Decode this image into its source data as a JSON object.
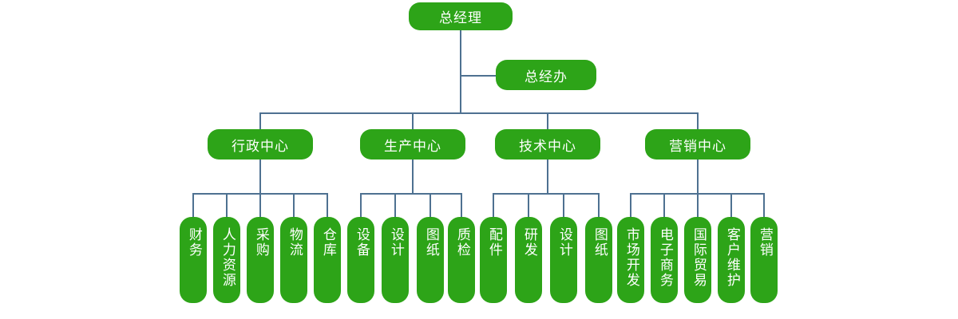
{
  "org_chart": {
    "root": {
      "label": "总经理"
    },
    "staff": {
      "label": "总经办"
    },
    "departments": [
      {
        "label": "行政中心",
        "children": [
          "财务",
          "人力资源",
          "采购",
          "物流",
          "仓库"
        ]
      },
      {
        "label": "生产中心",
        "children": [
          "设备",
          "设计",
          "图纸",
          "质检"
        ]
      },
      {
        "label": "技术中心",
        "children": [
          "配件",
          "研发",
          "设计",
          "图纸"
        ]
      },
      {
        "label": "营销中心",
        "children": [
          "市场开发",
          "电子商务",
          "国际贸易",
          "客户维护",
          "营销"
        ]
      }
    ],
    "colors": {
      "node_fill": "#2da418",
      "node_text": "#ffffff",
      "connector": "#4e7191",
      "background": "#ffffff"
    }
  }
}
